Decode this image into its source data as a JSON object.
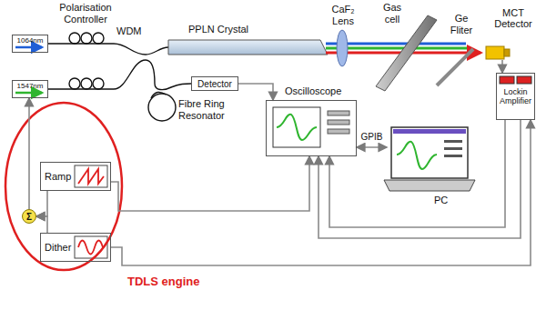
{
  "diagram": {
    "nodes": [
      {
        "text": [
          "1064nm"
        ]
      },
      {
        "text": [
          "1547nm"
        ]
      },
      {
        "text": [
          "PPLN Crystal"
        ]
      },
      {
        "text": [
          "Detector"
        ]
      },
      {
        "text": [
          "Oscilloscope"
        ]
      },
      {
        "text": [
          "PC"
        ]
      },
      {
        "text": [
          "MCT Detector"
        ]
      },
      {
        "text": [
          "Lockin Amplifier"
        ]
      },
      {
        "text": [
          "Ramp"
        ]
      },
      {
        "text": [
          "Σ"
        ]
      },
      {
        "text": [
          "Dither"
        ]
      }
    ],
    "edges": [
      {
        "from": 3,
        "to": 4,
        "arrow": "to"
      },
      {
        "from": 6,
        "to": 7,
        "arrow": "to"
      },
      {
        "from": 4,
        "to": 5,
        "label": "GPIB",
        "arrow": "both"
      },
      {
        "from": 8,
        "to": 4,
        "arrow": "to"
      },
      {
        "from": 8,
        "to": 9,
        "arrow": "to"
      },
      {
        "from": 10,
        "to": 9,
        "arrow": "to"
      },
      {
        "from": 9,
        "to": 1,
        "arrow": "to"
      },
      {
        "from": 10,
        "to": 7,
        "arrow": "to"
      },
      {
        "from": 7,
        "to": 4,
        "arrow": "to"
      },
      {
        "from": 7,
        "to": 4,
        "arrow": "to"
      }
    ],
    "labels": [
      "Polarisation Controller",
      "WDM",
      "CaF₂ Lens",
      "Gas cell",
      "Ge Fliter",
      "Fibre Ring Resonator",
      "TDLS engine"
    ]
  }
}
